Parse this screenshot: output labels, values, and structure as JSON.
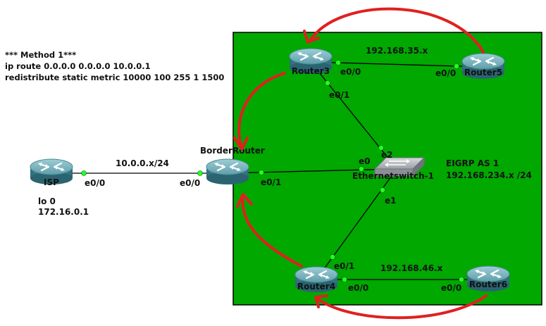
{
  "config_note": {
    "line1": "*** Method 1***",
    "line2": "ip route 0.0.0.0 0.0.0.0 10.0.0.1",
    "line3": "redistribute static metric 10000 100 255 1 1500"
  },
  "isp": {
    "name": "ISP",
    "interface": "e0/0",
    "loopback_label": "lo 0",
    "loopback_ip": "172.16.0.1"
  },
  "isp_link_subnet": "10.0.0.x/24",
  "border_router": {
    "name": "BorderRouter",
    "if_isp": "e0/0",
    "if_switch": "e0/1"
  },
  "router3": {
    "name": "Router3",
    "if_r5": "e0/0",
    "if_switch": "e0/1"
  },
  "router5": {
    "name": "Router5",
    "if_r3": "e0/0"
  },
  "router4": {
    "name": "Router4",
    "if_switch": "e0/1",
    "if_r6": "e0/0"
  },
  "router6": {
    "name": "Router6",
    "if_r4": "e0/0"
  },
  "subnet_35": "192.168.35.x",
  "subnet_46": "192.168.46.x",
  "switch": {
    "name": "Ethernetswitch-1",
    "port_e0": "e0",
    "port_e1": "e1",
    "port_e2": "e2"
  },
  "eigrp": {
    "as_label": "EIGRP AS 1",
    "subnet": "192.168.234.x /24"
  },
  "colors": {
    "eigrp_area": "#00a800",
    "link_line": "#000000",
    "link_dot": "#22ff22",
    "arrow": "#e02020",
    "router_body": "#3d7f8c"
  }
}
